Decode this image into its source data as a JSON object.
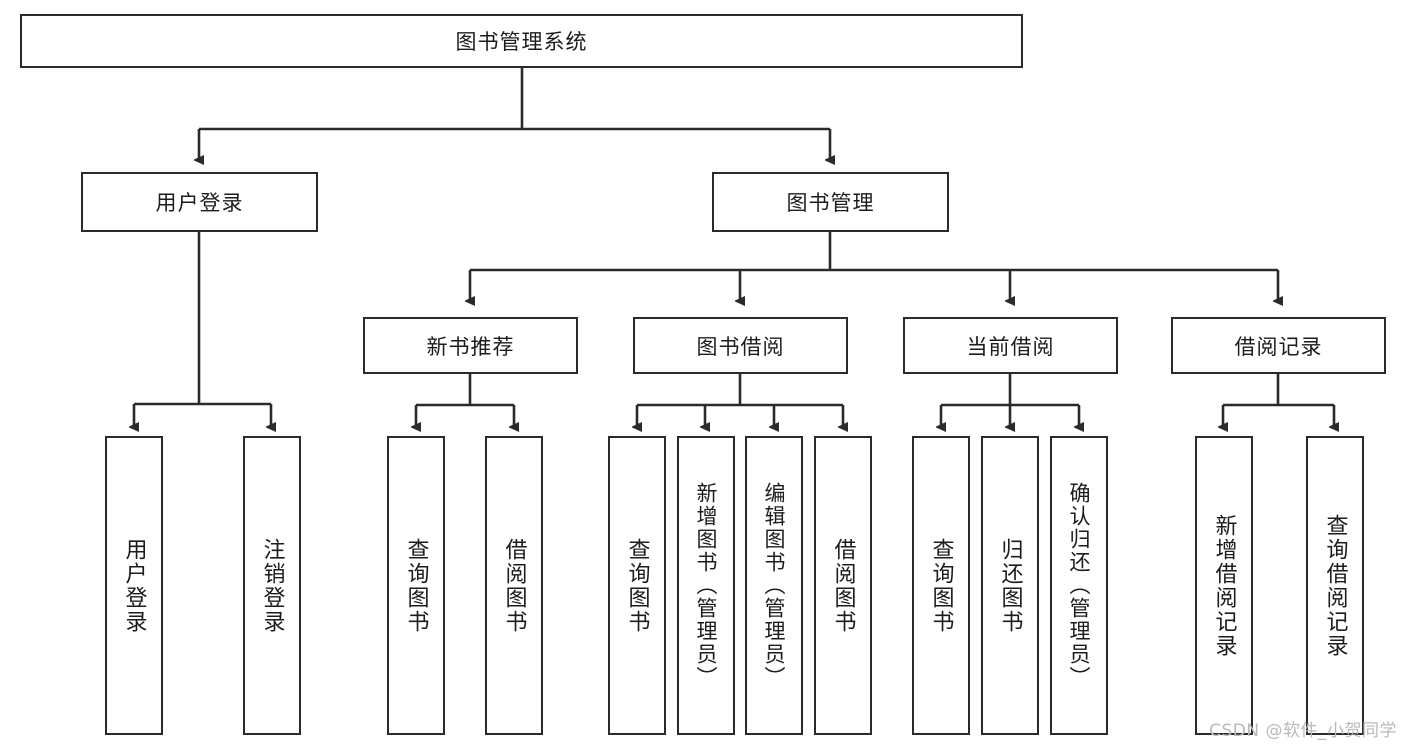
{
  "diagram": {
    "type": "tree-hierarchy",
    "title": "图书管理系统",
    "watermark": "CSDN @软件_小贺同学",
    "colors": {
      "box_border": "#2b2b2b",
      "box_fill": "#ffffff",
      "text": "#1c1c1c",
      "edge": "#2b2b2b",
      "watermark": "#b9b9b9"
    },
    "nodes": {
      "root": {
        "label": "图书管理系统",
        "level": 0
      },
      "login": {
        "label": "用户登录",
        "level": 1
      },
      "book_mgmt": {
        "label": "图书管理",
        "level": 1
      },
      "new_book_rec": {
        "label": "新书推荐",
        "level": 2
      },
      "book_borrow": {
        "label": "图书借阅",
        "level": 2
      },
      "current_borrow": {
        "label": "当前借阅",
        "level": 2
      },
      "borrow_record": {
        "label": "借阅记录",
        "level": 2
      },
      "leaf_user_login": {
        "label": "用户登录",
        "level": 2
      },
      "leaf_user_logout": {
        "label": "注销登录",
        "level": 2
      },
      "leaf_query_book_1": {
        "label": "查询图书",
        "level": 3
      },
      "leaf_borrow_book_1": {
        "label": "借阅图书",
        "level": 3
      },
      "leaf_query_book_2": {
        "label": "查询图书",
        "level": 3
      },
      "leaf_add_book": {
        "label": "新增图书（管理员）",
        "level": 3
      },
      "leaf_edit_book": {
        "label": "编辑图书（管理员）",
        "level": 3
      },
      "leaf_borrow_book_2": {
        "label": "借阅图书",
        "level": 3
      },
      "leaf_query_book_3": {
        "label": "查询图书",
        "level": 3
      },
      "leaf_return_book": {
        "label": "归还图书",
        "level": 3
      },
      "leaf_confirm_return": {
        "label": "确认归还（管理员）",
        "level": 3
      },
      "leaf_add_record": {
        "label": "新增借阅记录",
        "level": 3
      },
      "leaf_query_record": {
        "label": "查询借阅记录",
        "level": 3
      }
    },
    "edges": [
      {
        "from": "root",
        "to": "login"
      },
      {
        "from": "root",
        "to": "book_mgmt"
      },
      {
        "from": "login",
        "to": "leaf_user_login"
      },
      {
        "from": "login",
        "to": "leaf_user_logout"
      },
      {
        "from": "book_mgmt",
        "to": "new_book_rec"
      },
      {
        "from": "book_mgmt",
        "to": "book_borrow"
      },
      {
        "from": "book_mgmt",
        "to": "current_borrow"
      },
      {
        "from": "book_mgmt",
        "to": "borrow_record"
      },
      {
        "from": "new_book_rec",
        "to": "leaf_query_book_1"
      },
      {
        "from": "new_book_rec",
        "to": "leaf_borrow_book_1"
      },
      {
        "from": "book_borrow",
        "to": "leaf_query_book_2"
      },
      {
        "from": "book_borrow",
        "to": "leaf_add_book"
      },
      {
        "from": "book_borrow",
        "to": "leaf_edit_book"
      },
      {
        "from": "book_borrow",
        "to": "leaf_borrow_book_2"
      },
      {
        "from": "current_borrow",
        "to": "leaf_query_book_3"
      },
      {
        "from": "current_borrow",
        "to": "leaf_return_book"
      },
      {
        "from": "current_borrow",
        "to": "leaf_confirm_return"
      },
      {
        "from": "borrow_record",
        "to": "leaf_add_record"
      },
      {
        "from": "borrow_record",
        "to": "leaf_query_record"
      }
    ]
  }
}
